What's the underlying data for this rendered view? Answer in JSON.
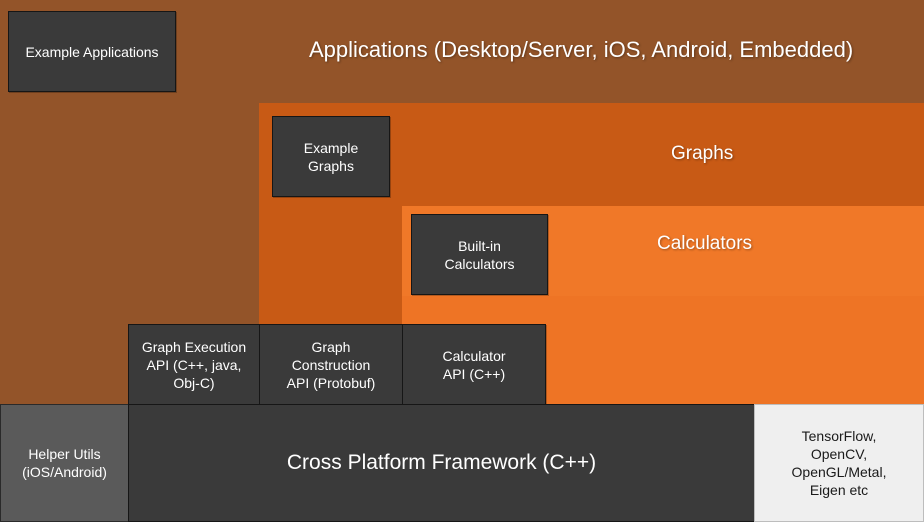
{
  "applications": {
    "title": "Applications (Desktop/Server, iOS, Android, Embedded)",
    "example": "Example Applications"
  },
  "graphs": {
    "title": "Graphs",
    "example": "Example\nGraphs"
  },
  "calculators": {
    "title": "Calculators",
    "builtin": "Built-in\nCalculators"
  },
  "apis": {
    "graph_execution": "Graph Execution\nAPI (C++, java,\nObj-C)",
    "graph_construction": "Graph\nConstruction\nAPI (Protobuf)",
    "calculator": "Calculator\nAPI (C++)"
  },
  "bottom": {
    "helper_utils": "Helper Utils\n(iOS/Android)",
    "framework": "Cross Platform Framework (C++)",
    "third_party": "TensorFlow,\nOpenCV,\nOpenGL/Metal,\nEigen etc"
  },
  "colors": {
    "applications_layer": "#935429",
    "graphs_layer": "#c85a15",
    "calculators_layer": "#f07828",
    "box_dark": "#3a3a3a",
    "helper_box": "#5a5a5a",
    "third_party_box": "#efefef"
  }
}
